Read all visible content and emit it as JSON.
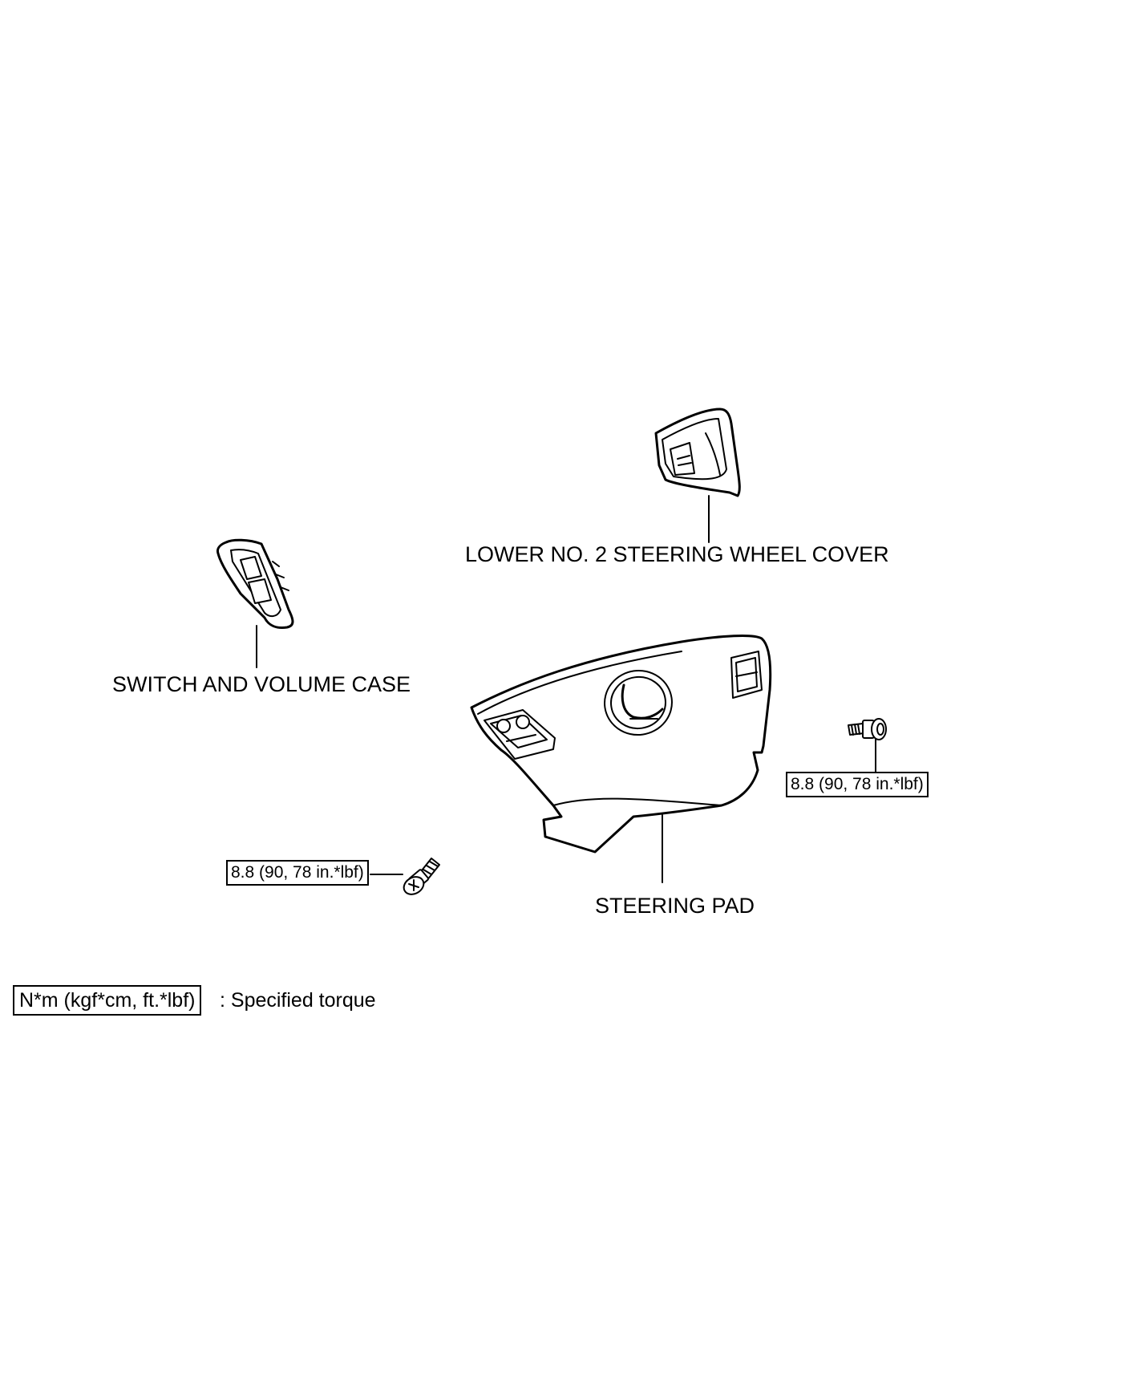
{
  "parts": {
    "lower_cover": "LOWER NO. 2 STEERING WHEEL COVER",
    "switch_case": "SWITCH AND VOLUME CASE",
    "steering_pad": "STEERING PAD"
  },
  "torque": {
    "right_bolt": "8.8 (90, 78 in.*lbf)",
    "left_bolt": "8.8 (90, 78 in.*lbf)"
  },
  "legend": {
    "unit_box": "N*m (kgf*cm, ft.*lbf)",
    "description": ": Specified torque"
  }
}
